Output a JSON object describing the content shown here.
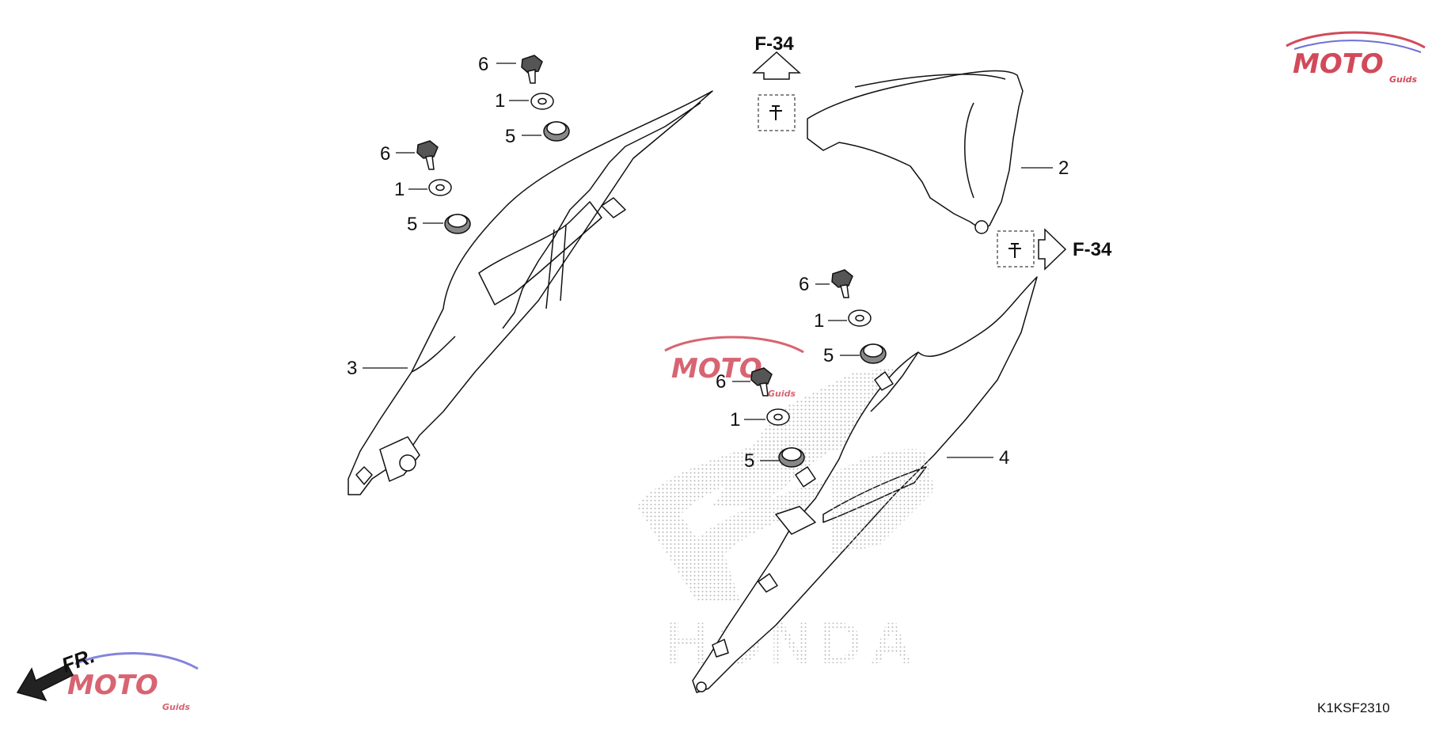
{
  "diagram": {
    "part_code": "K1KSF2310",
    "front_label": "FR.",
    "ref_label": "F-34",
    "brand_watermark": "HONDA",
    "site_watermark": {
      "main": "MOTO",
      "sub": "Guids"
    },
    "colors": {
      "line": "#111111",
      "watermark_red": "#d24a5a",
      "watermark_blue": "#6f6fd6",
      "dot": "#b8b8b8"
    },
    "callouts": [
      {
        "number": "6",
        "part": "bolt"
      },
      {
        "number": "1",
        "part": "collar"
      },
      {
        "number": "5",
        "part": "grommet"
      },
      {
        "number": "6",
        "part": "bolt"
      },
      {
        "number": "1",
        "part": "collar"
      },
      {
        "number": "5",
        "part": "grommet"
      },
      {
        "number": "3",
        "part": "left side cover"
      },
      {
        "number": "2",
        "part": "rear upper cowl"
      },
      {
        "number": "6",
        "part": "bolt"
      },
      {
        "number": "1",
        "part": "collar"
      },
      {
        "number": "5",
        "part": "grommet"
      },
      {
        "number": "6",
        "part": "bolt"
      },
      {
        "number": "1",
        "part": "collar"
      },
      {
        "number": "5",
        "part": "grommet"
      },
      {
        "number": "4",
        "part": "right side cover"
      }
    ]
  }
}
